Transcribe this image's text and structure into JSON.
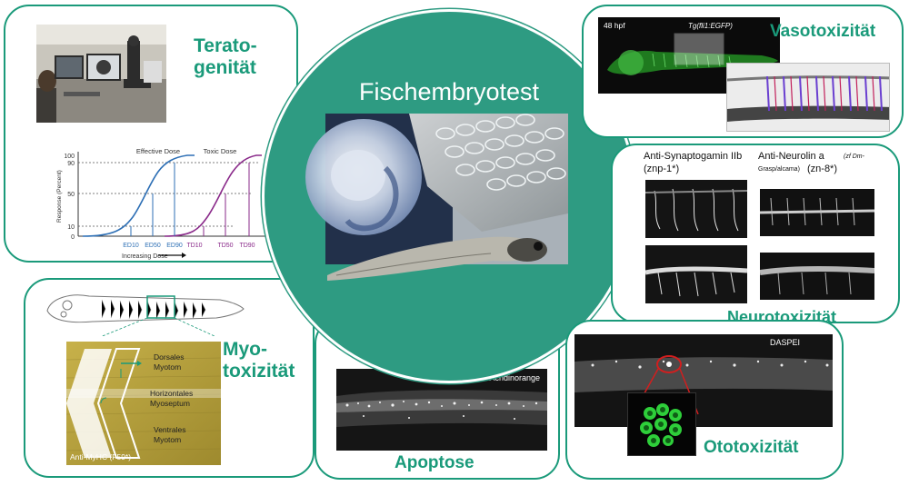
{
  "center": {
    "title": "Fischembryotest"
  },
  "colors": {
    "accent": "#1a9a7a",
    "circle": "#2e9b82",
    "effective": "#2d6fb5",
    "toxic": "#8a2a8a"
  },
  "teratogenitaet": {
    "title_line1": "Terato-",
    "title_line2": "genität",
    "chart": {
      "effective_label": "Effective Dose",
      "toxic_label": "Toxic Dose",
      "ylabel": "Response (Percent)",
      "yticks": [
        "100",
        "90",
        "50",
        "10",
        "0"
      ],
      "xlabel": "Increasing Dose",
      "xticks": [
        "ED10",
        "ED50",
        "ED90",
        "TD10",
        "TD50",
        "TD90"
      ]
    }
  },
  "vasotoxizitaet": {
    "title": "Vasotoxizität",
    "image_label_left": "48 hpf",
    "image_label_right": "Tg(fli1:EGFP)"
  },
  "neurotoxizitaet": {
    "title": "Neurotoxizität",
    "col1_line1": "Anti-Synaptogamin IIb",
    "col1_line2": "(znp-1*)",
    "col2_line1": "Anti-Neurolin a",
    "col2_small1": "(zf Dm-",
    "col2_small2": "Grasp/alcama)",
    "col2_line2": "(zn-8*)"
  },
  "myotoxizitaet": {
    "title_line1": "Myo-",
    "title_line2": "toxizität",
    "label_dorsal1": "Dorsales",
    "label_dorsal2": "Myotom",
    "label_horiz1": "Horizontales",
    "label_horiz2": "Myoseptum",
    "label_ventral1": "Ventrales",
    "label_ventral2": "Myotom",
    "antibody": "Anti-MyHC (F59*)"
  },
  "apoptose": {
    "title": "Apoptose",
    "stain": "Acridinorange"
  },
  "ototoxizitaet": {
    "title": "Ototoxizität",
    "stain": "DASPEI"
  }
}
